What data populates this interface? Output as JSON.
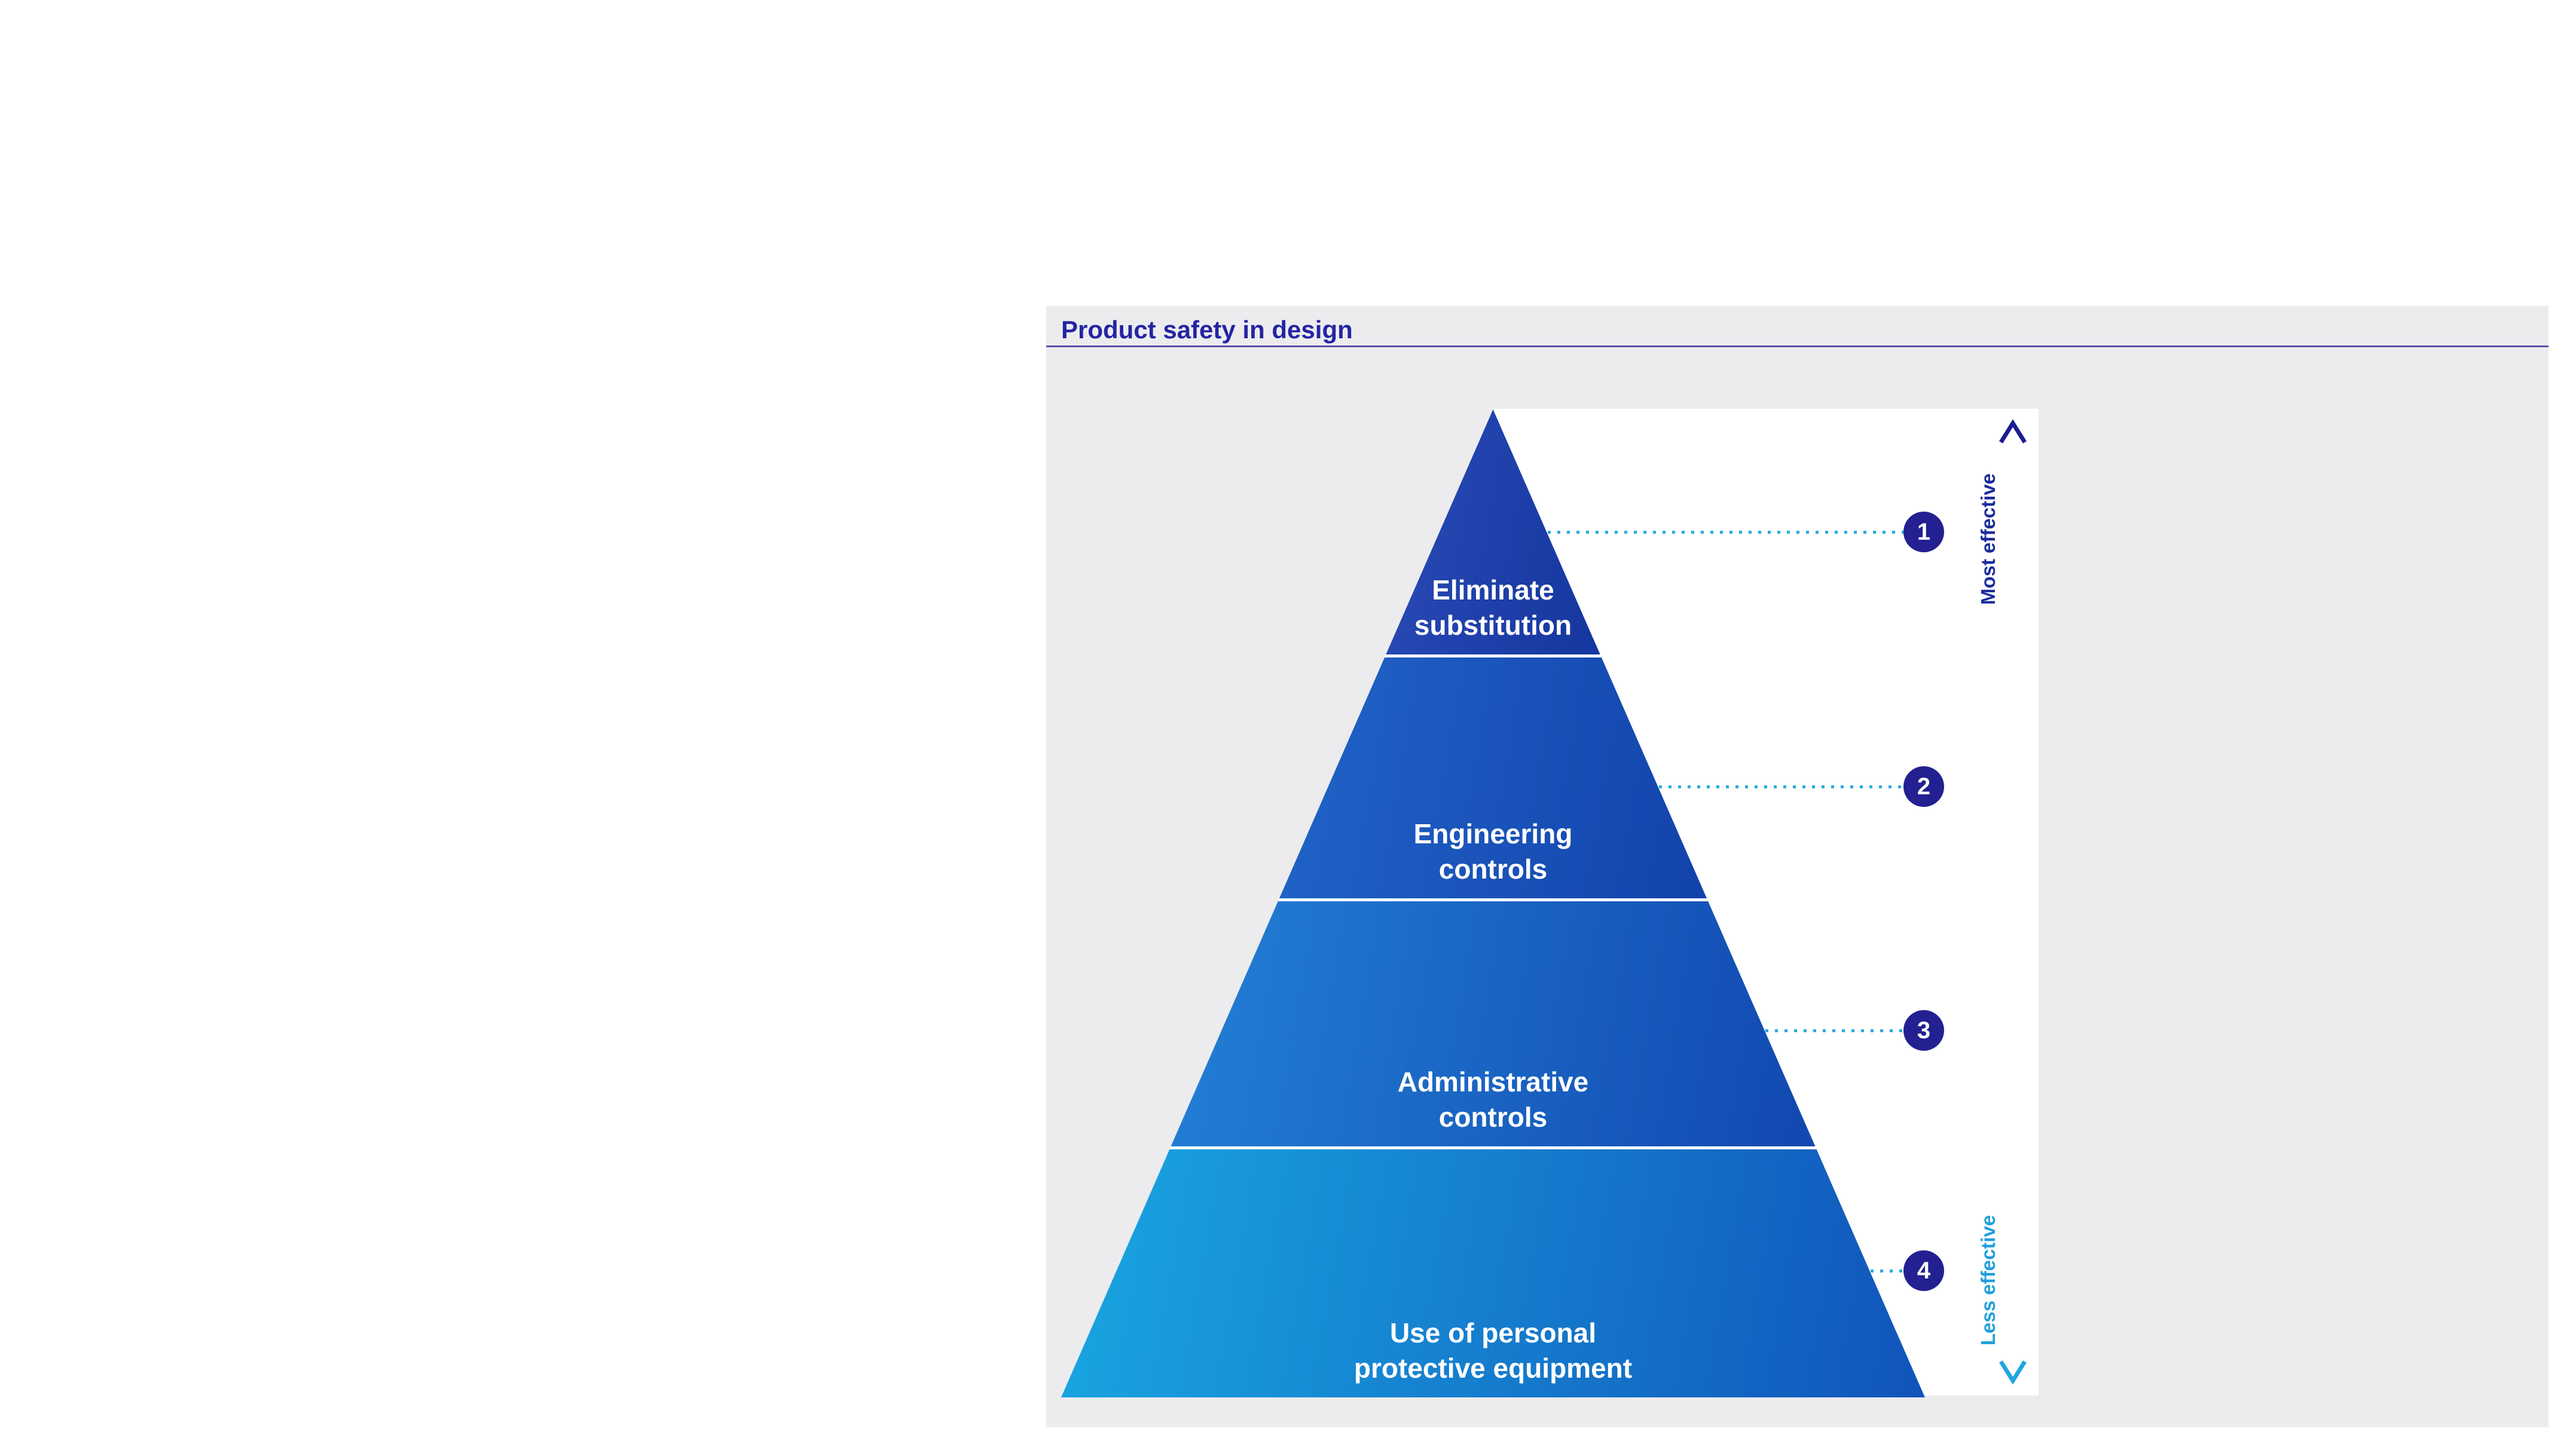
{
  "title": "Product safety in design",
  "pyramid": {
    "levels": [
      {
        "number": "1",
        "line1": "Eliminate",
        "line2": "substitution"
      },
      {
        "number": "2",
        "line1": "Engineering",
        "line2": "controls"
      },
      {
        "number": "3",
        "line1": "Administrative",
        "line2": "controls"
      },
      {
        "number": "4",
        "line1": "Use of personal",
        "line2": "protective equipment"
      }
    ]
  },
  "axis": {
    "top_label": "Most effective",
    "bottom_label": "Less effective"
  },
  "colors": {
    "panel_bg": "#ececee",
    "title_text": "#2424a4",
    "title_rule": "#5b50a6",
    "level1_left": "#2a4ab6",
    "level1_right": "#15379f",
    "level2_left": "#2164c8",
    "level2_right": "#1243ab",
    "level3_left": "#2380d6",
    "level3_right": "#1148b0",
    "level4_left": "#19a7e2",
    "level4_right": "#1154ba",
    "divider": "#ffffff",
    "dotted_connector": "#2aabe2",
    "marker_badge": "#232091",
    "arrow_top": "#1b1c96",
    "arrow_bottom": "#20a5e0"
  }
}
